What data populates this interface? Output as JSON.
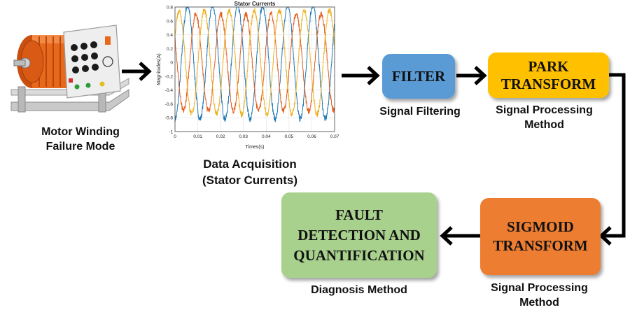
{
  "colors": {
    "filter_box": "#5b9bd5",
    "park_box": "#ffc000",
    "sigmoid_box": "#ed7d31",
    "fault_box": "#a9d18e",
    "phase_a": "#1f77b4",
    "phase_b": "#e35d1c",
    "phase_c": "#edb120",
    "motor_body": "#e8691c"
  },
  "icons": [
    "induction-motor-illustration"
  ],
  "captions": {
    "motor": [
      "Motor Winding",
      "Failure Mode"
    ],
    "acquisition": [
      "Data Acquisition",
      "(Stator Currents)"
    ],
    "filtering": "Signal Filtering",
    "park_method": [
      "Signal Processing",
      "Method"
    ],
    "sigmoid_method": [
      "Signal Processing",
      "Method"
    ],
    "diagnosis": "Diagnosis Method"
  },
  "boxes": {
    "filter": "FILTER",
    "park": [
      "PARK",
      "TRANSFORM"
    ],
    "sigmoid": [
      "SIGMOID",
      "TRANSFORM"
    ],
    "fault": [
      "FAULT",
      "DETECTION AND",
      "QUANTIFICATION"
    ]
  },
  "chart_data": {
    "type": "line",
    "title": "Stator Currents",
    "xlabel": "Times(s)",
    "ylabel": "Magnitudes(A)",
    "xlim": [
      0,
      0.07
    ],
    "ylim": [
      -1,
      0.8
    ],
    "x_ticks": [
      "0",
      "0.01",
      "0.02",
      "0.03",
      "0.04",
      "0.05",
      "0.06",
      "0.07"
    ],
    "y_ticks": [
      "0.8",
      "0.6",
      "0.4",
      "0.2",
      "0",
      "-0.2",
      "-0.4",
      "-0.6",
      "-0.8",
      "-1"
    ],
    "grid": true,
    "frequency_hz": 91,
    "series": [
      {
        "amplitude": 0.82,
        "phase_deg": -90,
        "color": "#1f77b4"
      },
      {
        "amplitude": 0.7,
        "phase_deg": 150,
        "color": "#e35d1c"
      },
      {
        "amplitude": 0.75,
        "phase_deg": 30,
        "color": "#edb120"
      }
    ]
  }
}
